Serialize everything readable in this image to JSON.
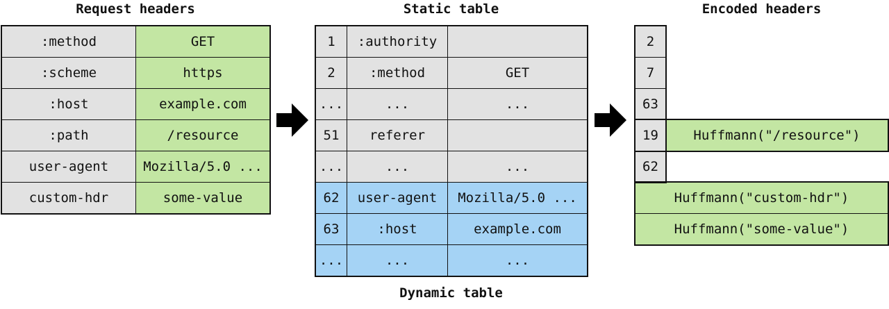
{
  "request_headers": {
    "title": "Request headers",
    "rows": [
      {
        "name": ":method",
        "value": "GET"
      },
      {
        "name": ":scheme",
        "value": "https"
      },
      {
        "name": ":host",
        "value": "example.com"
      },
      {
        "name": ":path",
        "value": "/resource"
      },
      {
        "name": "user-agent",
        "value": "Mozilla/5.0 ..."
      },
      {
        "name": "custom-hdr",
        "value": "some-value"
      }
    ]
  },
  "static_table": {
    "title": "Static table",
    "rows": [
      {
        "index": "1",
        "name": ":authority",
        "value": ""
      },
      {
        "index": "2",
        "name": ":method",
        "value": "GET"
      },
      {
        "index": "...",
        "name": "...",
        "value": "..."
      },
      {
        "index": "51",
        "name": "referer",
        "value": ""
      },
      {
        "index": "...",
        "name": "...",
        "value": "..."
      }
    ]
  },
  "dynamic_table": {
    "title": "Dynamic table",
    "rows": [
      {
        "index": "62",
        "name": "user-agent",
        "value": "Mozilla/5.0 ..."
      },
      {
        "index": "63",
        "name": ":host",
        "value": "example.com"
      },
      {
        "index": "...",
        "name": "...",
        "value": "..."
      }
    ]
  },
  "encoded_headers": {
    "title": "Encoded headers",
    "rows": [
      {
        "index": "2",
        "literal": ""
      },
      {
        "index": "7",
        "literal": ""
      },
      {
        "index": "63",
        "literal": ""
      },
      {
        "index": "19",
        "literal": "Huffmann(\"/resource\")"
      },
      {
        "index": "62",
        "literal": ""
      }
    ],
    "literals": [
      "Huffmann(\"custom-hdr\")",
      "Huffmann(\"some-value\")"
    ]
  },
  "colors": {
    "name_cell": "#e2e2e2",
    "value_cell": "#c3e6a3",
    "dynamic_cell": "#a5d3f5",
    "border": "#111111"
  },
  "icons": [
    "arrow-right-icon",
    "arrow-right-icon"
  ]
}
